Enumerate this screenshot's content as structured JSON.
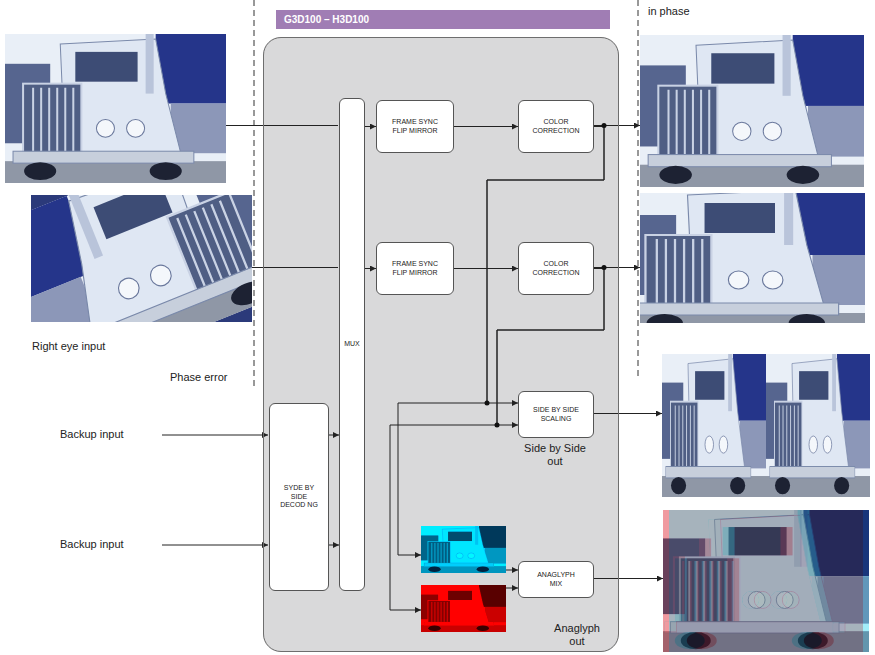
{
  "diagram": {
    "nodes": [
      {
        "text": [
          "G3D100 – H3D100"
        ]
      },
      {
        "text": [
          "MUX"
        ],
        "in": 0
      },
      {
        "text": [
          "FRAME SYNC FLIP MIRROR"
        ],
        "in": 0
      },
      {
        "text": [
          "COLOR CORRECTION"
        ],
        "in": 0
      },
      {
        "text": [
          "FRAME SYNC FLIP MIRROR"
        ],
        "in": 0
      },
      {
        "text": [
          "COLOR CORRECTION"
        ],
        "in": 0
      },
      {
        "text": [
          "SIDE BY SIDE SCALING"
        ],
        "in": 0
      },
      {
        "text": [
          "SYDE BY SIDE DECOD NG"
        ],
        "in": 0
      },
      {
        "text": [
          "ANAGLYPH MIX"
        ],
        "in": 0
      }
    ],
    "edges": [
      {
        "from": 1,
        "to": 2,
        "arrow": "to"
      },
      {
        "from": 1,
        "to": 4,
        "arrow": "to"
      },
      {
        "from": 2,
        "to": 3,
        "arrow": "to"
      },
      {
        "from": 4,
        "to": 5,
        "arrow": "to"
      },
      {
        "from": 3,
        "to": 6,
        "arrow": "to"
      },
      {
        "from": 5,
        "to": 6,
        "arrow": "to"
      },
      {
        "from": 3,
        "to": 8,
        "arrow": "to"
      },
      {
        "from": 5,
        "to": 8,
        "arrow": "to"
      },
      {
        "from": 7,
        "to": 1,
        "arrow": "to"
      },
      {
        "from": 7,
        "to": 1,
        "arrow": "to"
      }
    ],
    "labels": [
      "in phase",
      "Right eye input",
      "Phase error",
      "Backup input",
      "Backup input",
      "Side by Side out",
      "Anaglyph out"
    ]
  }
}
